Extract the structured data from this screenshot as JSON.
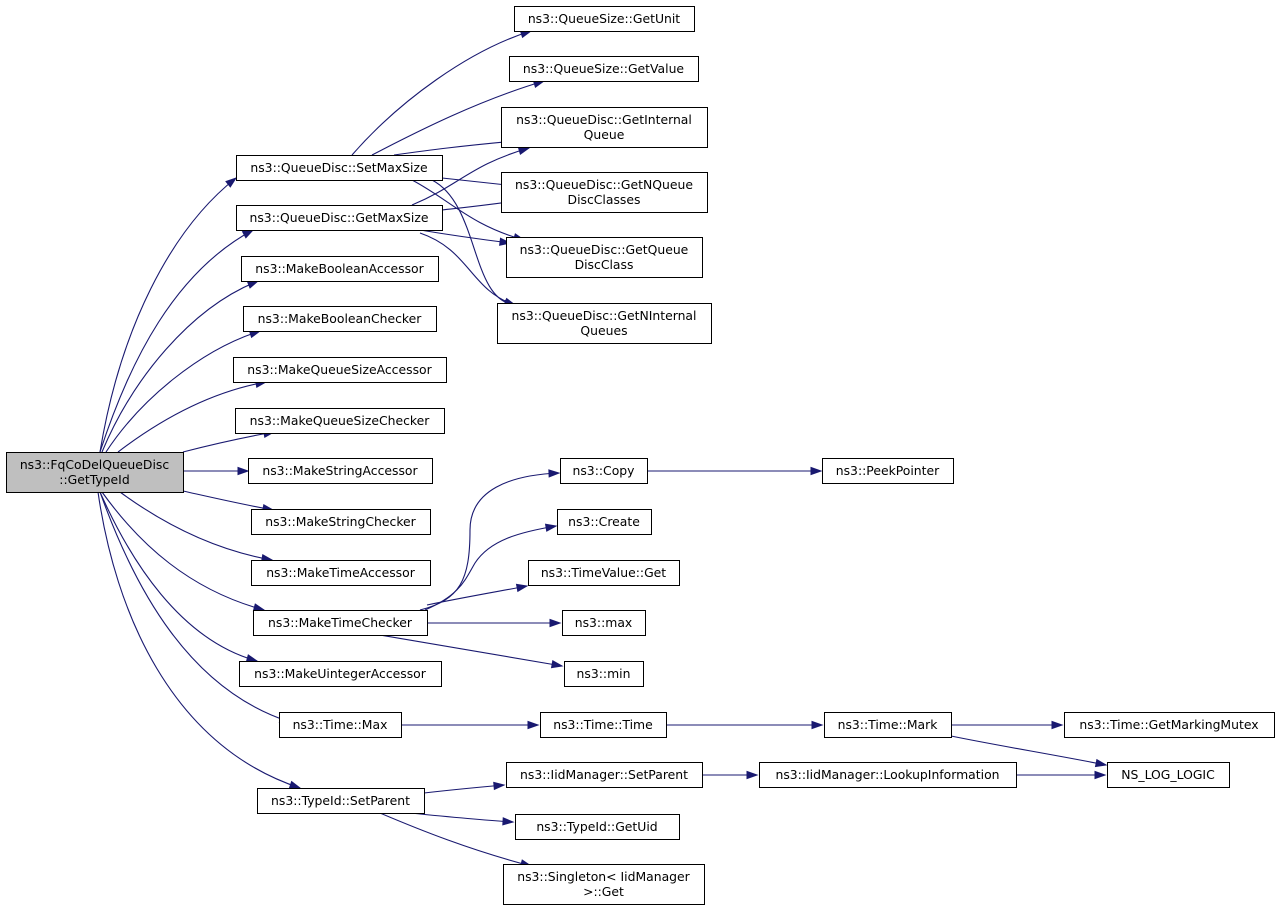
{
  "graph": {
    "colors": {
      "edge": "#191970",
      "root_fill": "#bfbfbf",
      "node_fill": "#ffffff",
      "border": "#000000"
    },
    "nodes": [
      {
        "id": "root",
        "lines": [
          "ns3::FqCoDelQueueDisc",
          "::GetTypeId"
        ],
        "root": true
      },
      {
        "id": "setmaxsize",
        "lines": [
          "ns3::QueueDisc::SetMaxSize"
        ]
      },
      {
        "id": "getmaxsize",
        "lines": [
          "ns3::QueueDisc::GetMaxSize"
        ]
      },
      {
        "id": "mkboolacc",
        "lines": [
          "ns3::MakeBooleanAccessor"
        ]
      },
      {
        "id": "mkboolchk",
        "lines": [
          "ns3::MakeBooleanChecker"
        ]
      },
      {
        "id": "mkqsacc",
        "lines": [
          "ns3::MakeQueueSizeAccessor"
        ]
      },
      {
        "id": "mkqschk",
        "lines": [
          "ns3::MakeQueueSizeChecker"
        ]
      },
      {
        "id": "mkstracc",
        "lines": [
          "ns3::MakeStringAccessor"
        ]
      },
      {
        "id": "mkstrchk",
        "lines": [
          "ns3::MakeStringChecker"
        ]
      },
      {
        "id": "mktimeacc",
        "lines": [
          "ns3::MakeTimeAccessor"
        ]
      },
      {
        "id": "mktimechk",
        "lines": [
          "ns3::MakeTimeChecker"
        ]
      },
      {
        "id": "mkuintacc",
        "lines": [
          "ns3::MakeUintegerAccessor"
        ]
      },
      {
        "id": "timemax",
        "lines": [
          "ns3::Time::Max"
        ]
      },
      {
        "id": "setparent",
        "lines": [
          "ns3::TypeId::SetParent"
        ]
      },
      {
        "id": "getunit",
        "lines": [
          "ns3::QueueSize::GetUnit"
        ]
      },
      {
        "id": "getvalue",
        "lines": [
          "ns3::QueueSize::GetValue"
        ]
      },
      {
        "id": "getinternalq",
        "lines": [
          "ns3::QueueDisc::GetInternal",
          "Queue"
        ]
      },
      {
        "id": "getnqdc",
        "lines": [
          "ns3::QueueDisc::GetNQueue",
          "DiscClasses"
        ]
      },
      {
        "id": "getqdc",
        "lines": [
          "ns3::QueueDisc::GetQueue",
          "DiscClass"
        ]
      },
      {
        "id": "getninternalq",
        "lines": [
          "ns3::QueueDisc::GetNInternal",
          "Queues"
        ]
      },
      {
        "id": "copy",
        "lines": [
          "ns3::Copy"
        ]
      },
      {
        "id": "peekpointer",
        "lines": [
          "ns3::PeekPointer"
        ]
      },
      {
        "id": "create",
        "lines": [
          "ns3::Create"
        ]
      },
      {
        "id": "timevalueget",
        "lines": [
          "ns3::TimeValue::Get"
        ]
      },
      {
        "id": "max",
        "lines": [
          "ns3::max"
        ]
      },
      {
        "id": "min",
        "lines": [
          "ns3::min"
        ]
      },
      {
        "id": "timetime",
        "lines": [
          "ns3::Time::Time"
        ]
      },
      {
        "id": "timemark",
        "lines": [
          "ns3::Time::Mark"
        ]
      },
      {
        "id": "getmarkingmutex",
        "lines": [
          "ns3::Time::GetMarkingMutex"
        ]
      },
      {
        "id": "nslog",
        "lines": [
          "NS_LOG_LOGIC"
        ]
      },
      {
        "id": "iidsetparent",
        "lines": [
          "ns3::IidManager::SetParent"
        ]
      },
      {
        "id": "lookupinfo",
        "lines": [
          "ns3::IidManager::LookupInformation"
        ]
      },
      {
        "id": "getuid",
        "lines": [
          "ns3::TypeId::GetUid"
        ]
      },
      {
        "id": "singletonget",
        "lines": [
          "ns3::Singleton< IidManager",
          ">::Get"
        ]
      }
    ]
  }
}
